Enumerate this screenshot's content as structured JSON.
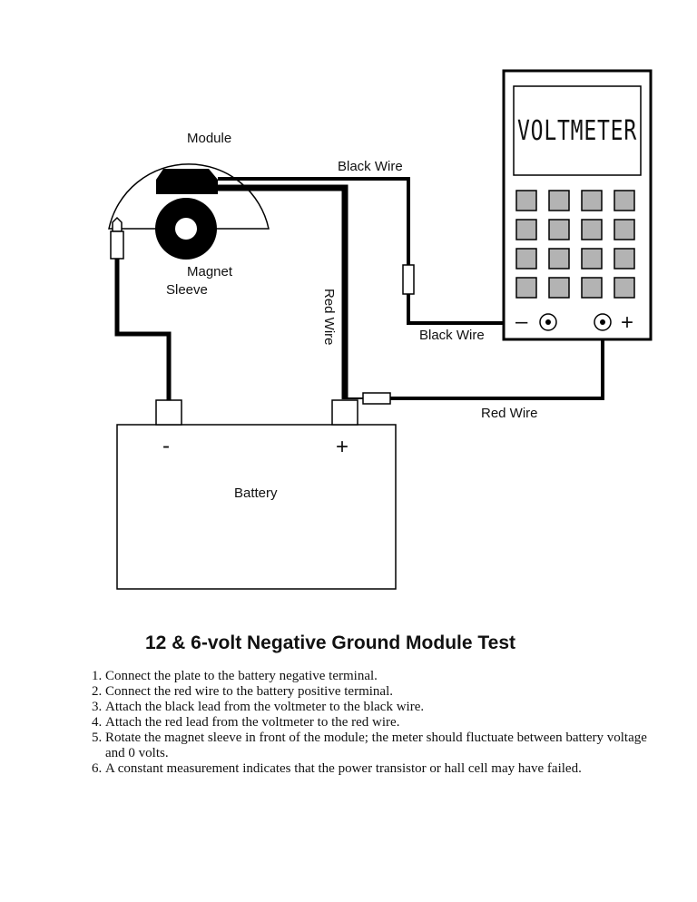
{
  "diagram": {
    "labels": {
      "module": "Module",
      "magnet": "Magnet",
      "sleeve": "Sleeve",
      "black_wire_top": "Black Wire",
      "black_wire_meter": "Black Wire",
      "red_wire_vertical": "Red Wire",
      "red_wire_bottom": "Red Wire",
      "battery": "Battery",
      "battery_neg": "-",
      "battery_pos": "+",
      "meter_neg": "–",
      "meter_pos": "+",
      "voltmeter_display": "VOLTMETER"
    },
    "colors": {
      "line": "#000000",
      "key_fill": "#b3b3b3",
      "background": "#ffffff"
    },
    "keypad": {
      "rows": 4,
      "cols": 4
    }
  },
  "title": "12 & 6-volt Negative Ground Module Test",
  "steps": [
    "Connect the plate to the battery negative terminal.",
    "Connect the red wire to the battery positive terminal.",
    "Attach the black lead from the voltmeter to the black wire.",
    "Attach the red lead from the voltmeter to the red wire.",
    "Rotate the magnet sleeve in front of the module; the meter should fluctuate between battery voltage and 0 volts.",
    "A constant measurement indicates that the power transistor or hall cell may have failed."
  ]
}
